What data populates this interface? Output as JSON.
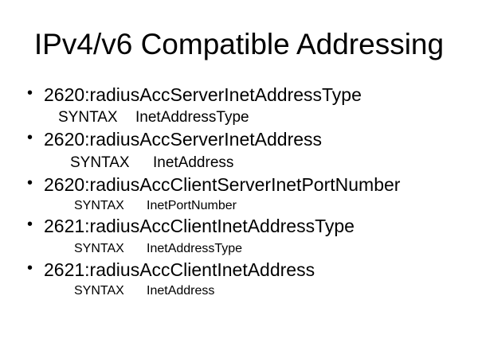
{
  "slide": {
    "title": "IPv4/v6 Compatible Addressing",
    "bullet_glyph": "•",
    "syntax_keyword": "SYNTAX",
    "bullets": [
      {
        "name": "2620:radiusAccServerInetAddressType",
        "syntax_keyword": "SYNTAX",
        "syntax_value": "InetAddressType"
      },
      {
        "name": "2620:radiusAccServerInetAddress",
        "syntax_keyword": "SYNTAX",
        "syntax_value": "InetAddress"
      },
      {
        "name": "2620:radiusAccClientServerInetPortNumber",
        "syntax_keyword": "SYNTAX",
        "syntax_value": "InetPortNumber"
      },
      {
        "name": "2621:radiusAccClientInetAddressType",
        "syntax_keyword": "SYNTAX",
        "syntax_value": "InetAddressType"
      },
      {
        "name": "2621:radiusAccClientInetAddress",
        "syntax_keyword": "SYNTAX",
        "syntax_value": "InetAddress"
      }
    ],
    "colors": {
      "background": "#ffffff",
      "text": "#000000"
    }
  }
}
